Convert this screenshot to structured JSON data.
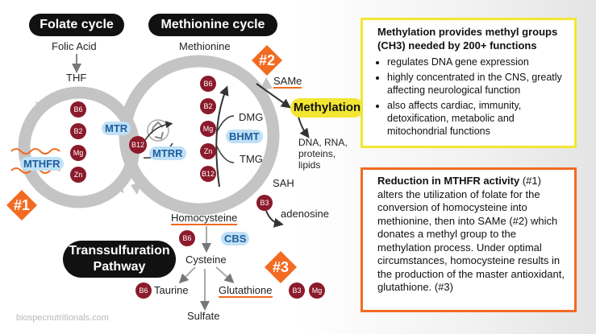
{
  "titles": {
    "folate": "Folate cycle",
    "methionine": "Methionine cycle",
    "transsulf_line1": "Transsulfuration",
    "transsulf_line2": "Pathway"
  },
  "molecules": {
    "folic_acid": "Folic Acid",
    "thf": "THF",
    "methionine": "Methionine",
    "same": "SAMe",
    "dmg": "DMG",
    "tmg": "TMG",
    "sah": "SAH",
    "adenosine": "adenosine",
    "homocysteine": "Homocysteine",
    "cysteine": "Cysteine",
    "taurine": "Taurine",
    "glutathione": "Glutathione",
    "sulfate": "Sulfate",
    "dna_line1": "DNA, RNA,",
    "dna_line2": "proteins,",
    "dna_line3": "lipids"
  },
  "enzymes": {
    "mthfr": "MTHFR",
    "mtr": "MTR",
    "mtrr": "MTRR",
    "bhmt": "BHMT",
    "cbs": "CBS"
  },
  "methylation": "Methylation",
  "cofactors": {
    "folate": [
      "B6",
      "B2",
      "Mg",
      "Zn"
    ],
    "methionine": [
      "B6",
      "B2",
      "Mg",
      "Zn",
      "B12"
    ],
    "b12": "B12",
    "sah": "B3",
    "cbs": "B6",
    "taurine": "B6",
    "glut1": "B3",
    "glut2": "Mg"
  },
  "markers": {
    "m1": "#1",
    "m2": "#2",
    "m3": "#3"
  },
  "box1": {
    "title": "Methylation provides methyl groups (CH3) needed by 200+ functions",
    "items": [
      "regulates DNA gene expression",
      "highly concentrated in the CNS, greatly affecting neurological function",
      "also affects cardiac, immunity, detoxification, metabolic and mitochondrial functions"
    ]
  },
  "box2": {
    "bold": "Reduction in MTHFR activity",
    "text": " (#1) alters the utilization of folate for the conversion of homocysteine into methionine, then into SAMe (#2) which donates a methyl group to the methylation process. Under optimal circumstances, homocysteine results in the production of the master antioxidant, glutathione. (#3)"
  },
  "watermark": "biospecnutritionals.com",
  "colors": {
    "orange": "#f26b21",
    "yellow": "#f2e632",
    "maroon": "#8b1a2b",
    "blue_fill": "#bfe0f6",
    "blue_text": "#1f5d9e",
    "ring": "#bdbdbd"
  }
}
